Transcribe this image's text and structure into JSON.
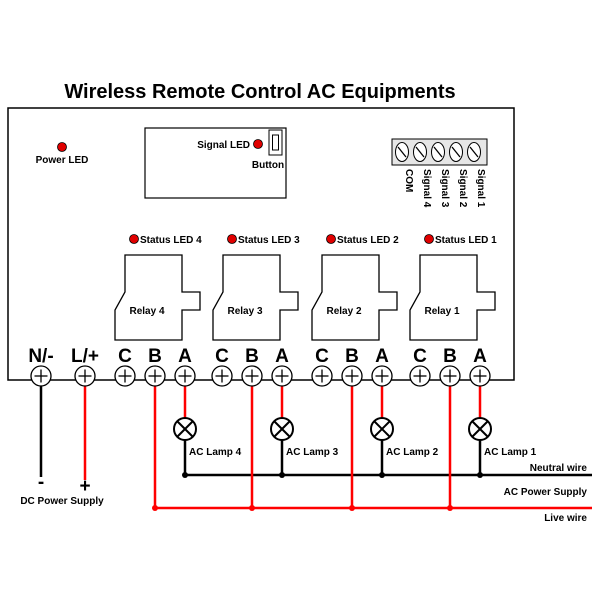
{
  "title": "Wireless Remote Control AC Equipments",
  "power_led_label": "Power LED",
  "receiver": {
    "signal_led_label": "Signal LED",
    "button_label": "Button"
  },
  "signal_terminals": [
    "COM",
    "Signal 4",
    "Signal 3",
    "Signal 2",
    "Signal 1"
  ],
  "relays": [
    {
      "status_label": "Status LED 4",
      "relay_label": "Relay 4",
      "lamp_label": "AC Lamp 4"
    },
    {
      "status_label": "Status LED 3",
      "relay_label": "Relay 3",
      "lamp_label": "AC Lamp 3"
    },
    {
      "status_label": "Status LED 2",
      "relay_label": "Relay 2",
      "lamp_label": "AC Lamp 2"
    },
    {
      "status_label": "Status LED 1",
      "relay_label": "Relay 1",
      "lamp_label": "AC Lamp 1"
    }
  ],
  "power_terminals": [
    "N/-",
    "L/+"
  ],
  "relay_terminal_letters": [
    "C",
    "B",
    "A"
  ],
  "dc_minus": "-",
  "dc_plus": "+",
  "dc_supply_label": "DC Power Supply",
  "neutral_wire_label": "Neutral wire",
  "ac_supply_label": "AC Power Supply",
  "live_wire_label": "Live wire",
  "colors": {
    "led": "#e00000",
    "live": "#ff0000",
    "neutral": "#000000",
    "connector": "#d8d8d8"
  }
}
